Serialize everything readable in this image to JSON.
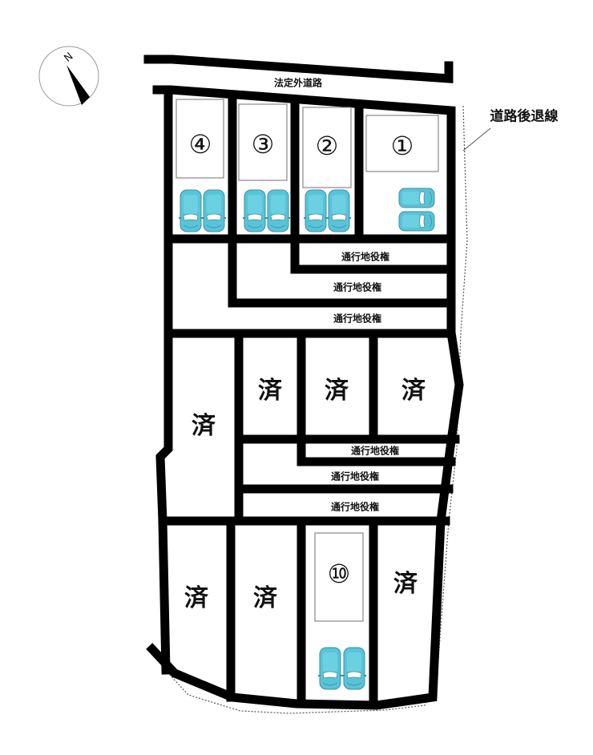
{
  "compass": {
    "north_label": "N",
    "icon": "north-arrow-icon"
  },
  "road": {
    "name": "法定外道路"
  },
  "setback_line": {
    "label": "道路後退線"
  },
  "lots": [
    {
      "id": "lot-4",
      "label": "④",
      "status": "available",
      "parking_spaces": 2,
      "orientation": "vertical"
    },
    {
      "id": "lot-3",
      "label": "③",
      "status": "available",
      "parking_spaces": 2,
      "orientation": "vertical"
    },
    {
      "id": "lot-2",
      "label": "②",
      "status": "available",
      "parking_spaces": 2,
      "orientation": "vertical"
    },
    {
      "id": "lot-1",
      "label": "①",
      "status": "available",
      "parking_spaces": 2,
      "orientation": "horizontal"
    },
    {
      "id": "lot-left-middle",
      "label": "済",
      "status": "sold"
    },
    {
      "id": "lot-middle-a",
      "label": "済",
      "status": "sold"
    },
    {
      "id": "lot-middle-b",
      "label": "済",
      "status": "sold"
    },
    {
      "id": "lot-middle-c",
      "label": "済",
      "status": "sold"
    },
    {
      "id": "lot-bottom-a",
      "label": "済",
      "status": "sold"
    },
    {
      "id": "lot-bottom-b",
      "label": "済",
      "status": "sold"
    },
    {
      "id": "lot-10",
      "label": "⑩",
      "status": "available",
      "parking_spaces": 2,
      "orientation": "vertical"
    },
    {
      "id": "lot-bottom-d",
      "label": "済",
      "status": "sold"
    }
  ],
  "easements": [
    {
      "label": "通行地役権"
    },
    {
      "label": "通行地役権"
    },
    {
      "label": "通行地役権"
    },
    {
      "label": "通行地役権"
    },
    {
      "label": "通行地役権"
    },
    {
      "label": "通行地役権"
    }
  ],
  "colors": {
    "boundary": "#000000",
    "car": "#58c4d8",
    "building_outline": "#888888",
    "setback_line": "#555555"
  }
}
